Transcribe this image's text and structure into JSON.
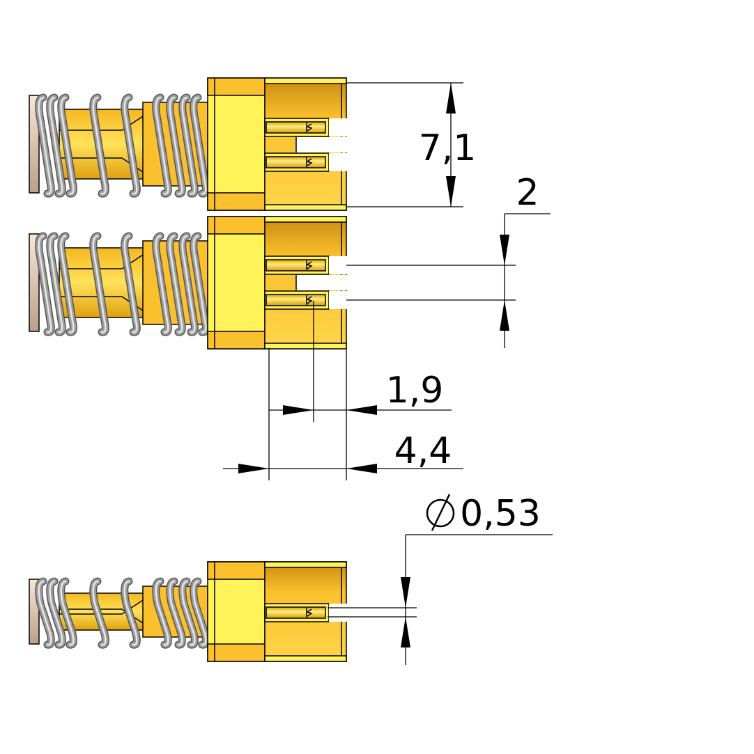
{
  "drawing": {
    "dimensions": {
      "height_total": "7,1",
      "pin_pitch": "2",
      "pin_offset": "1,9",
      "housing_depth": "4,4",
      "pin_diameter": "0,53"
    },
    "colors": {
      "gold_dark": "#e8a615",
      "gold": "#fbc02d",
      "gold_light": "#fff35a",
      "spring": "#9e9e9e",
      "spring_light": "#e6e6e6",
      "cap": "#f3dcc8",
      "line": "#000000"
    }
  }
}
